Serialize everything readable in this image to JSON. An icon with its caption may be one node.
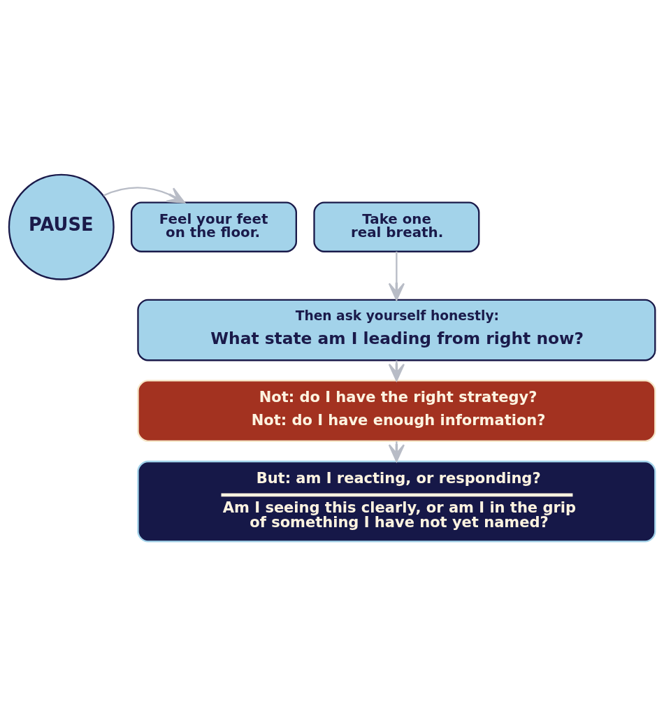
{
  "diagram": {
    "nodes": [
      {
        "text": [
          "PAUSE"
        ]
      },
      {
        "text": [
          "Feel your feet on the floor."
        ]
      },
      {
        "text": [
          "Take one real breath."
        ]
      },
      {
        "text": [
          "Then ask yourself honestly:",
          "What state am I leading from right now?"
        ]
      },
      {
        "text": [
          "Not: do I have the right strategy?",
          "Not: do I have enough information?"
        ]
      },
      {
        "text": [
          "But: am I reacting, or responding?",
          "Am I seeing this clearly, or am I in the grip of something I have not yet named?"
        ]
      }
    ],
    "edges": [
      {
        "from": 0,
        "to": 1,
        "arrow": "to",
        "color": "#b8bcc6"
      },
      {
        "from": 2,
        "to": 3,
        "arrow": "to",
        "color": "#b8bcc6"
      },
      {
        "from": 3,
        "to": 4,
        "arrow": "to",
        "color": "#b8bcc6"
      },
      {
        "from": 4,
        "to": 5,
        "arrow": "to",
        "color": "#b8bcc6"
      }
    ]
  }
}
